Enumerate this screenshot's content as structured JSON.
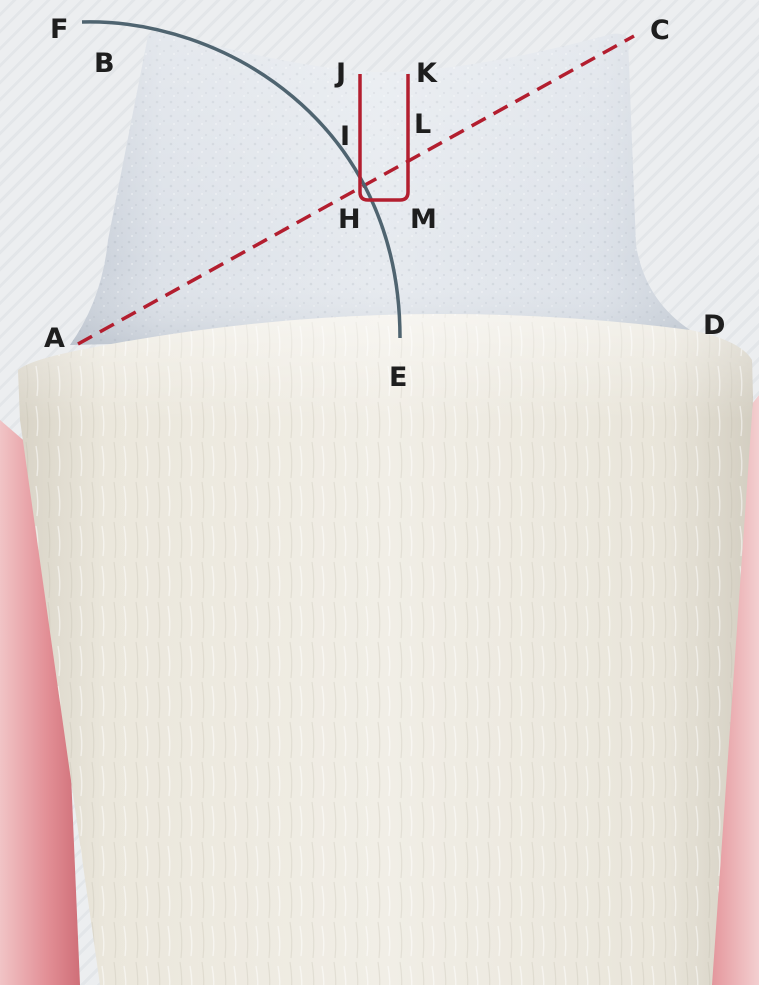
{
  "colors": {
    "background": "#e9ebed",
    "abutment": "#d5dbe3",
    "root": "#ece8dd",
    "gum": "#e8a3a7",
    "cross_line": "#b31e2f",
    "arc_line": "#4f6470",
    "label": "#1e1e1e"
  },
  "labels": {
    "A": "A",
    "B": "B",
    "C": "C",
    "D": "D",
    "E": "E",
    "F": "F",
    "H": "H",
    "I": "I",
    "J": "J",
    "K": "K",
    "L": "L",
    "M": "M"
  }
}
